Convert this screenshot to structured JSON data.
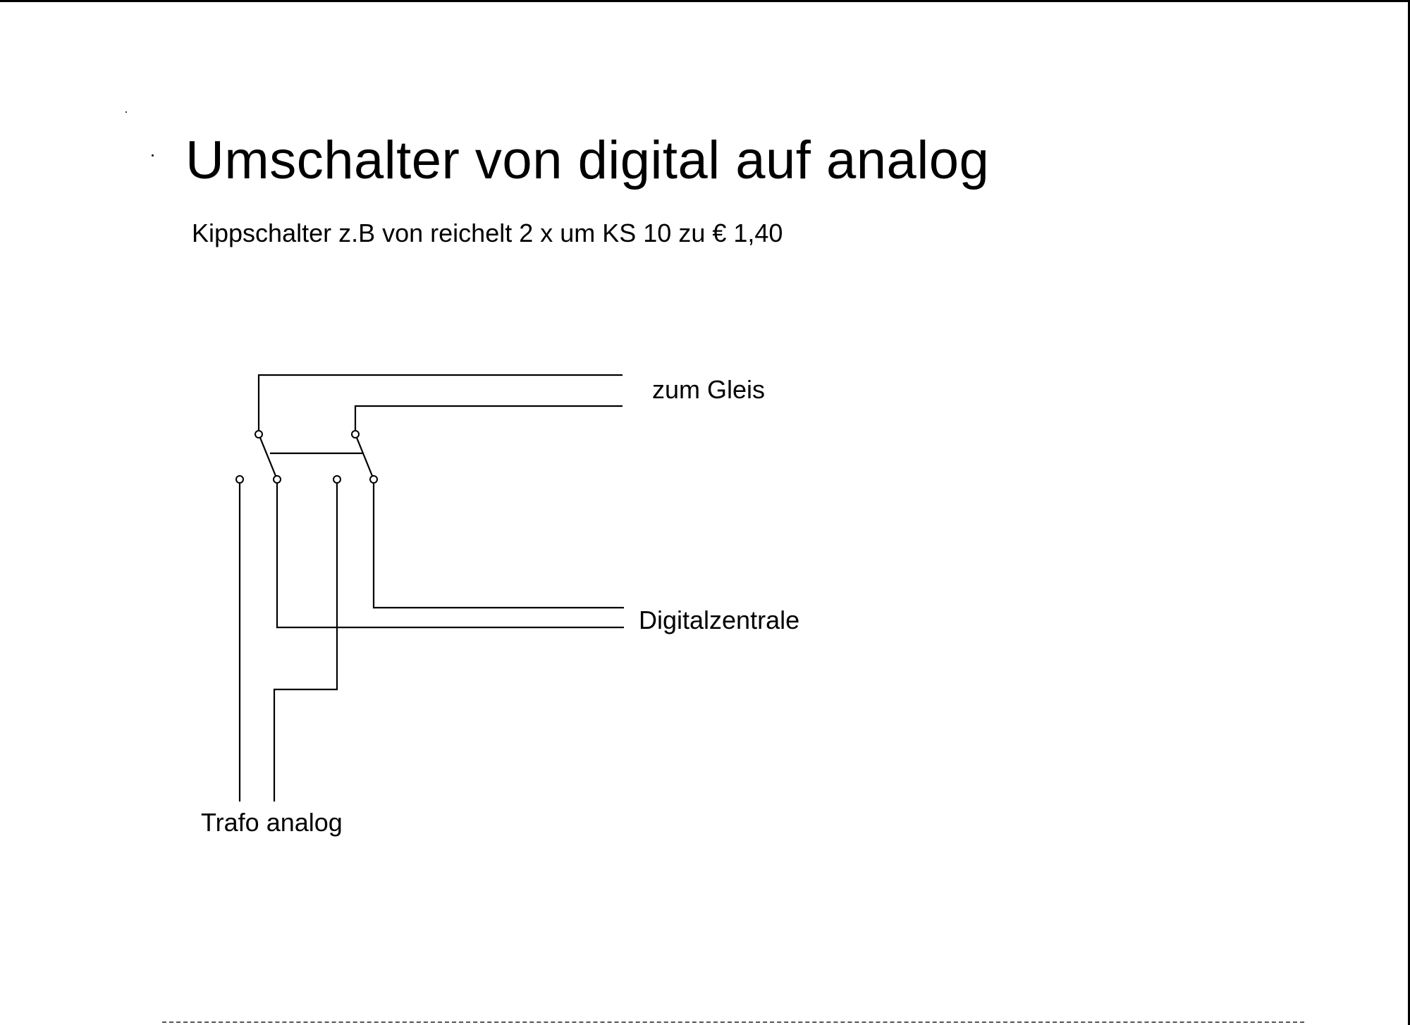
{
  "title": "Umschalter von digital auf analog",
  "subtitle": "Kippschalter z.B von reichelt 2 x um KS 10 zu € 1,40",
  "labels": {
    "track": "zum Gleis",
    "digital": "Digitalzentrale",
    "analog": "Trafo analog"
  },
  "colors": {
    "ink": "#000000",
    "paper": "#ffffff"
  }
}
